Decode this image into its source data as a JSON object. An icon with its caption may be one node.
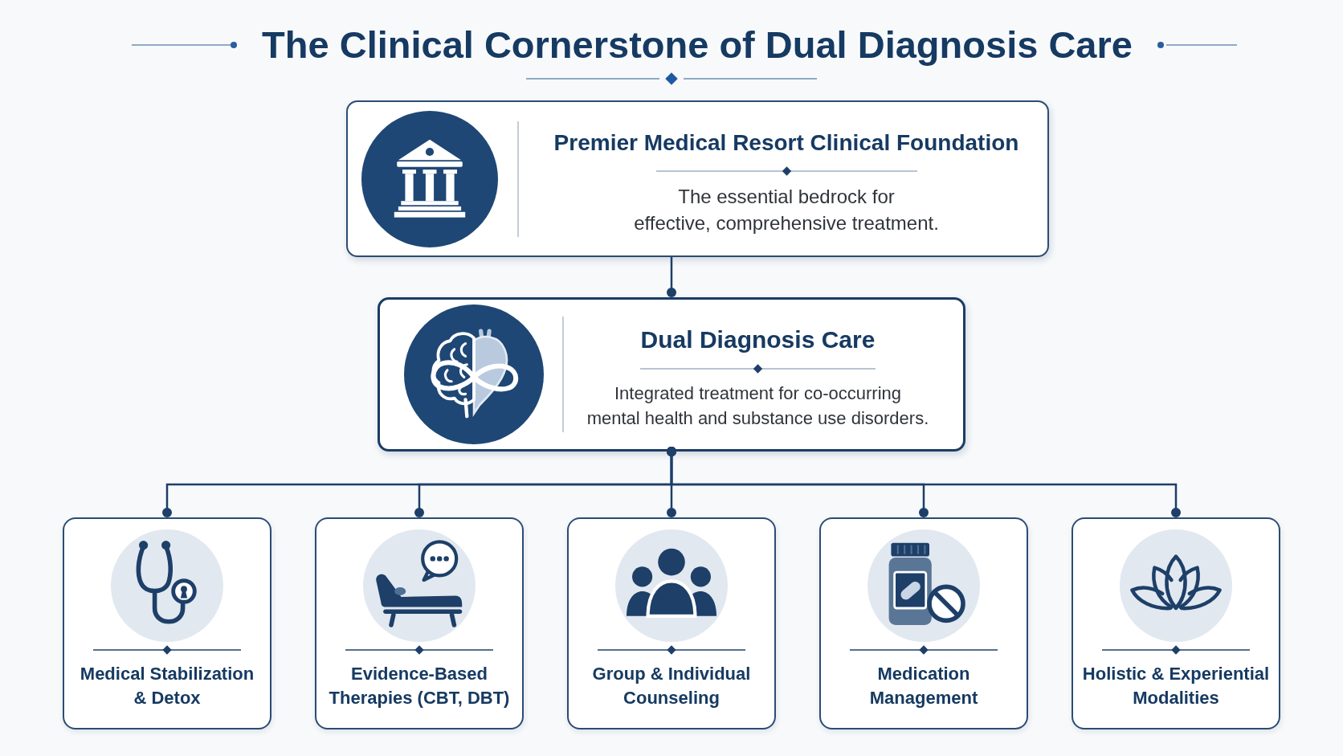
{
  "diagram": {
    "title": "The Clinical Cornerstone of Dual Diagnosis Care",
    "nodes": [
      {
        "text": [
          "Premier Medical Resort Clinical Foundation",
          "The essential bedrock for effective, comprehensive treatment."
        ]
      },
      {
        "text": [
          "Dual Diagnosis Care",
          "Integrated treatment for co-occurring mental health and substance use disorders."
        ]
      },
      {
        "text": [
          "Medical Stabilization & Detox"
        ]
      },
      {
        "text": [
          "Evidence-Based Therapies (CBT, DBT)"
        ]
      },
      {
        "text": [
          "Group & Individual Counseling"
        ]
      },
      {
        "text": [
          "Medication Management"
        ]
      },
      {
        "text": [
          "Holistic & Experiential Modalities"
        ]
      }
    ],
    "edges": [
      {
        "from": 0,
        "to": 1,
        "arrow": "other"
      },
      {
        "from": 1,
        "to": 2,
        "arrow": "other"
      },
      {
        "from": 1,
        "to": 3,
        "arrow": "other"
      },
      {
        "from": 1,
        "to": 4,
        "arrow": "other"
      },
      {
        "from": 1,
        "to": 5,
        "arrow": "other"
      },
      {
        "from": 1,
        "to": 6,
        "arrow": "other"
      }
    ]
  }
}
